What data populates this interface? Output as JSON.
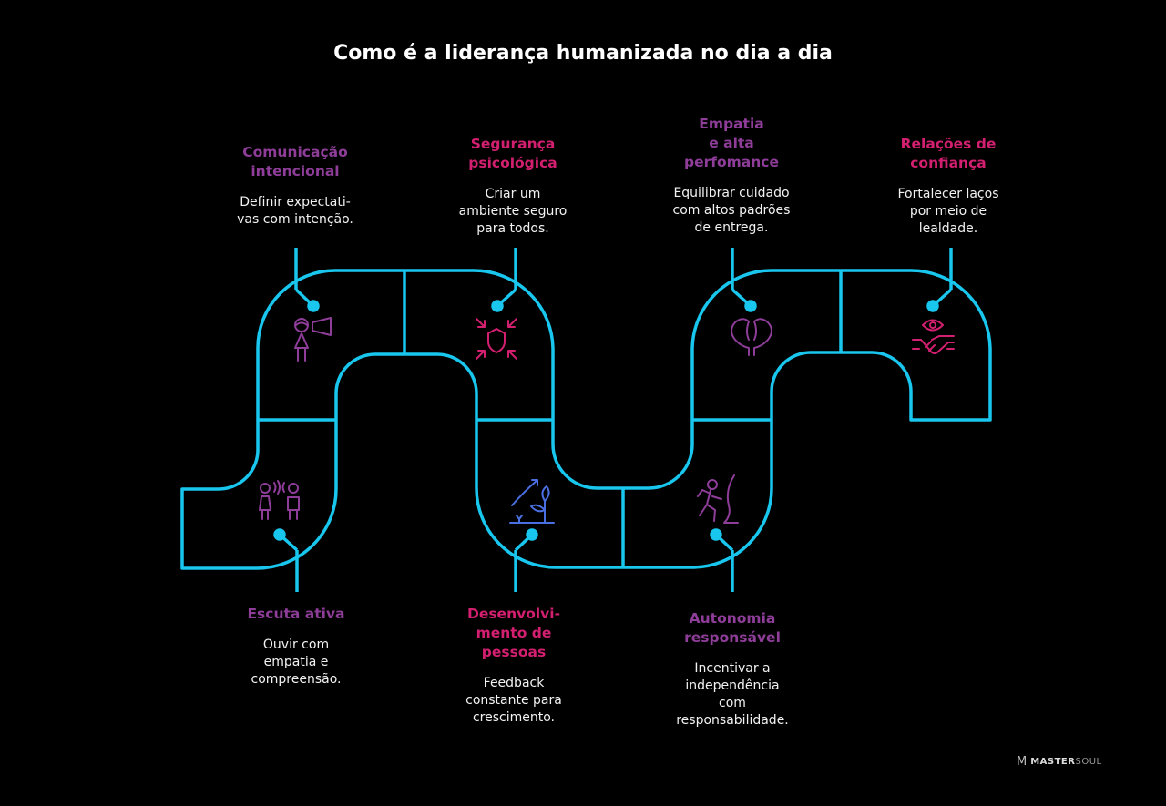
{
  "title": "Como é a liderança humanizada no dia a dia",
  "colors": {
    "track": "#19c6ee",
    "purple": "#8e3d99",
    "pink": "#d31f6f",
    "blue": "#4a6fe0"
  },
  "steps": [
    {
      "heading": "Comunicação\nintencional",
      "desc": "Definir expectati-\nvas com intenção.",
      "icon": "megaphone-person-icon",
      "color": "purple"
    },
    {
      "heading": "Segurança\npsicológica",
      "desc": "Criar um\nambiente seguro\npara todos.",
      "icon": "shield-icon",
      "color": "pink"
    },
    {
      "heading": "Empatia\ne alta\nperfomance",
      "desc": "Equilibrar cuidado\ncom altos padrões\nde entrega.",
      "icon": "two-heads-icon",
      "color": "purple"
    },
    {
      "heading": "Relações de\nconfiança",
      "desc": "Fortalecer laços\npor meio de\nlealdade.",
      "icon": "handshake-eye-icon",
      "color": "pink"
    },
    {
      "heading": "Escuta ativa",
      "desc": "Ouvir com\nempatia e\ncompreensão.",
      "icon": "listening-people-icon",
      "color": "purple"
    },
    {
      "heading": "Desenvolvi-\nmento de\npessoas",
      "desc": "Feedback\nconstante para\ncrescimento.",
      "icon": "growth-chart-icon",
      "color": "pink"
    },
    {
      "heading": "Autonomia\nresponsável",
      "desc": "Incentivar a\nindependência\ncom\nresponsabilidade.",
      "icon": "climber-icon",
      "color": "purple"
    }
  ],
  "logo": {
    "bold": "MASTER",
    "light": "SOUL"
  }
}
